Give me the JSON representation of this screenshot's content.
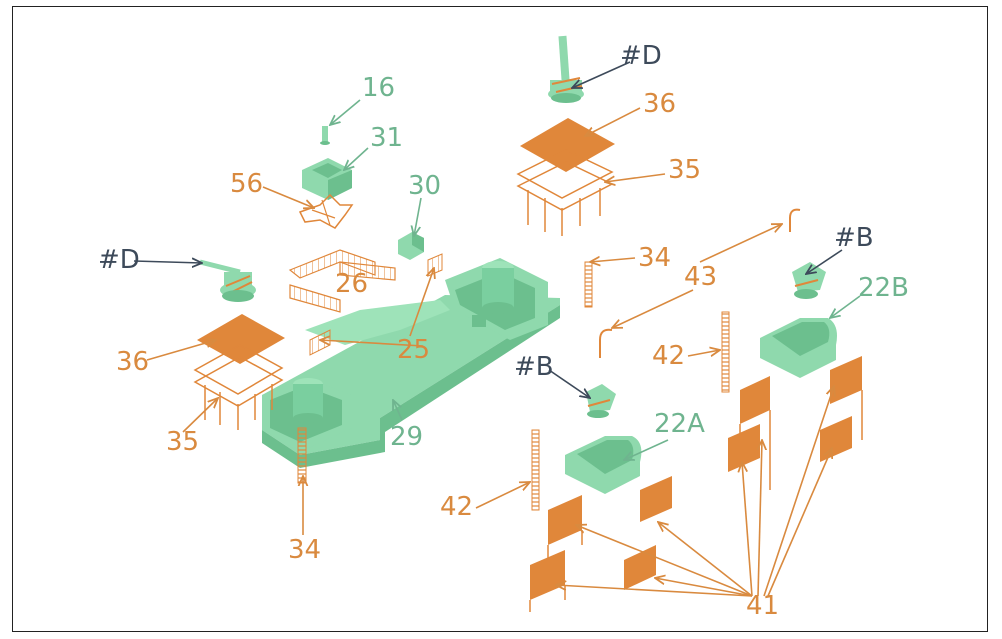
{
  "figure": {
    "colors": {
      "part_green": "#8fd9ad",
      "part_green_dark": "#6cbf8e",
      "etch_orange": "#e0873a",
      "label_orange": "#d98a3f",
      "label_green": "#6fb48f",
      "label_dark": "#3d4a5a",
      "frame": "#222222"
    },
    "callouts": [
      {
        "id": "16",
        "text": "16",
        "color": "green"
      },
      {
        "id": "31",
        "text": "31",
        "color": "green"
      },
      {
        "id": "56",
        "text": "56",
        "color": "orange"
      },
      {
        "id": "30",
        "text": "30",
        "color": "green"
      },
      {
        "id": "D-top",
        "text": "#D",
        "color": "dark"
      },
      {
        "id": "36-top",
        "text": "36",
        "color": "orange"
      },
      {
        "id": "35-top",
        "text": "35",
        "color": "orange"
      },
      {
        "id": "34-mid",
        "text": "34",
        "color": "orange"
      },
      {
        "id": "43",
        "text": "43",
        "color": "orange"
      },
      {
        "id": "B-right",
        "text": "#B",
        "color": "dark"
      },
      {
        "id": "22B",
        "text": "22B",
        "color": "green"
      },
      {
        "id": "42-right",
        "text": "42",
        "color": "orange"
      },
      {
        "id": "D-left",
        "text": "#D",
        "color": "dark"
      },
      {
        "id": "26",
        "text": "26",
        "color": "orange"
      },
      {
        "id": "25",
        "text": "25",
        "color": "orange"
      },
      {
        "id": "36-left",
        "text": "36",
        "color": "orange"
      },
      {
        "id": "35-left",
        "text": "35",
        "color": "orange"
      },
      {
        "id": "29",
        "text": "29",
        "color": "green"
      },
      {
        "id": "34-bottom",
        "text": "34",
        "color": "orange"
      },
      {
        "id": "B-mid",
        "text": "#B",
        "color": "dark"
      },
      {
        "id": "22A",
        "text": "22A",
        "color": "green"
      },
      {
        "id": "42-left",
        "text": "42",
        "color": "orange"
      },
      {
        "id": "41",
        "text": "41",
        "color": "orange"
      }
    ]
  }
}
